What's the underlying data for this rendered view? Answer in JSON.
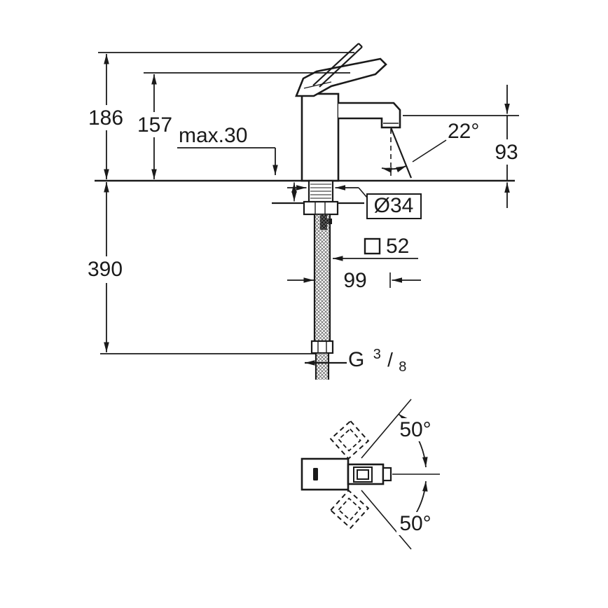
{
  "drawing": {
    "type": "faucet-technical-dimension-drawing",
    "colors": {
      "line": "#1a1a1a",
      "background": "#ffffff"
    },
    "labels": {
      "height_total": "186",
      "height_to_top": "157",
      "max_counter_thickness": "max.30",
      "stream_angle": "22°",
      "spout_outlet_height": "93",
      "mounting_hole_diameter": "Ø34",
      "base_square": "52",
      "spout_projection": "99",
      "hose_length": "390",
      "thread": {
        "g": "G",
        "numerator": "3",
        "slash": "/",
        "denominator": "8"
      },
      "swivel_upper": "50°",
      "swivel_lower": "50°"
    }
  }
}
